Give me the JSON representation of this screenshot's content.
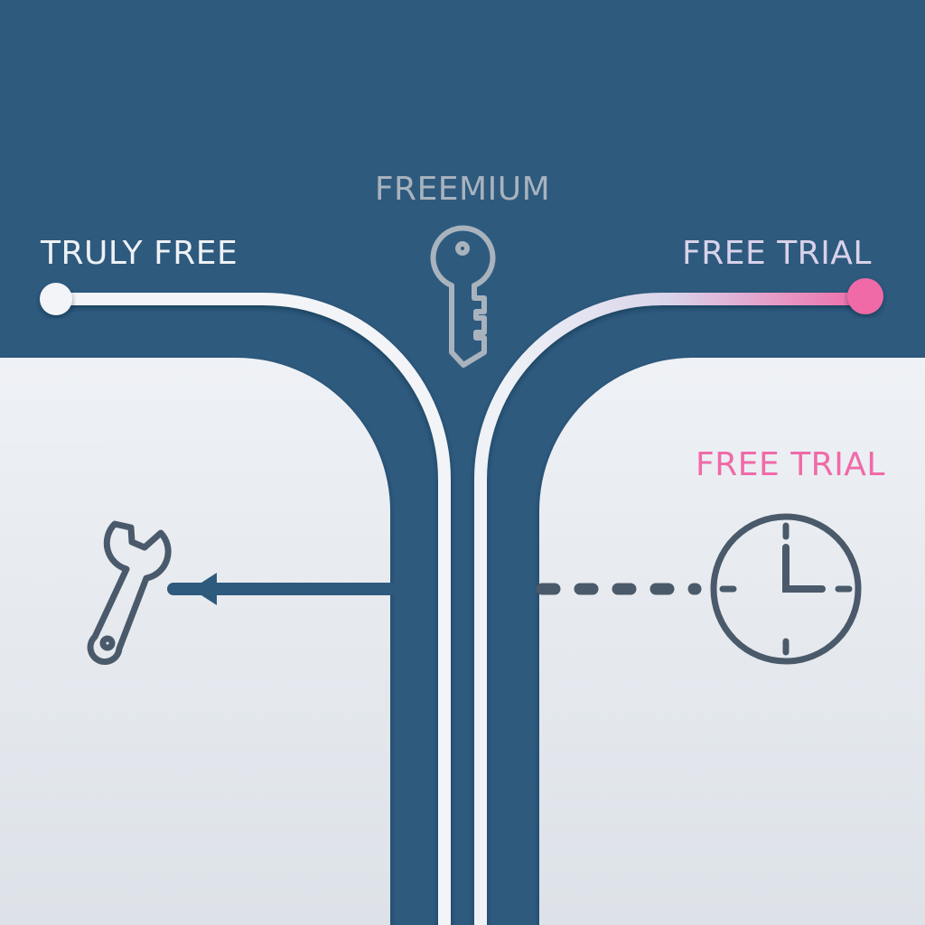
{
  "labels": {
    "truly_free": "TRULY FREE",
    "freemium": "FREEMIUM",
    "free_trial_top": "FREE TRIAL",
    "free_trial_panel": "FREE TRIAL"
  },
  "icons": {
    "key": "key-icon",
    "wrench": "wrench-icon",
    "clock": "clock-icon"
  },
  "colors": {
    "background": "#2e5a7e",
    "panel": "#e6eaf0",
    "path_white": "#f2f4f7",
    "accent_pink": "#f06aa8",
    "icon_grey": "#a9b3bd",
    "icon_dark": "#4a5a6a"
  }
}
